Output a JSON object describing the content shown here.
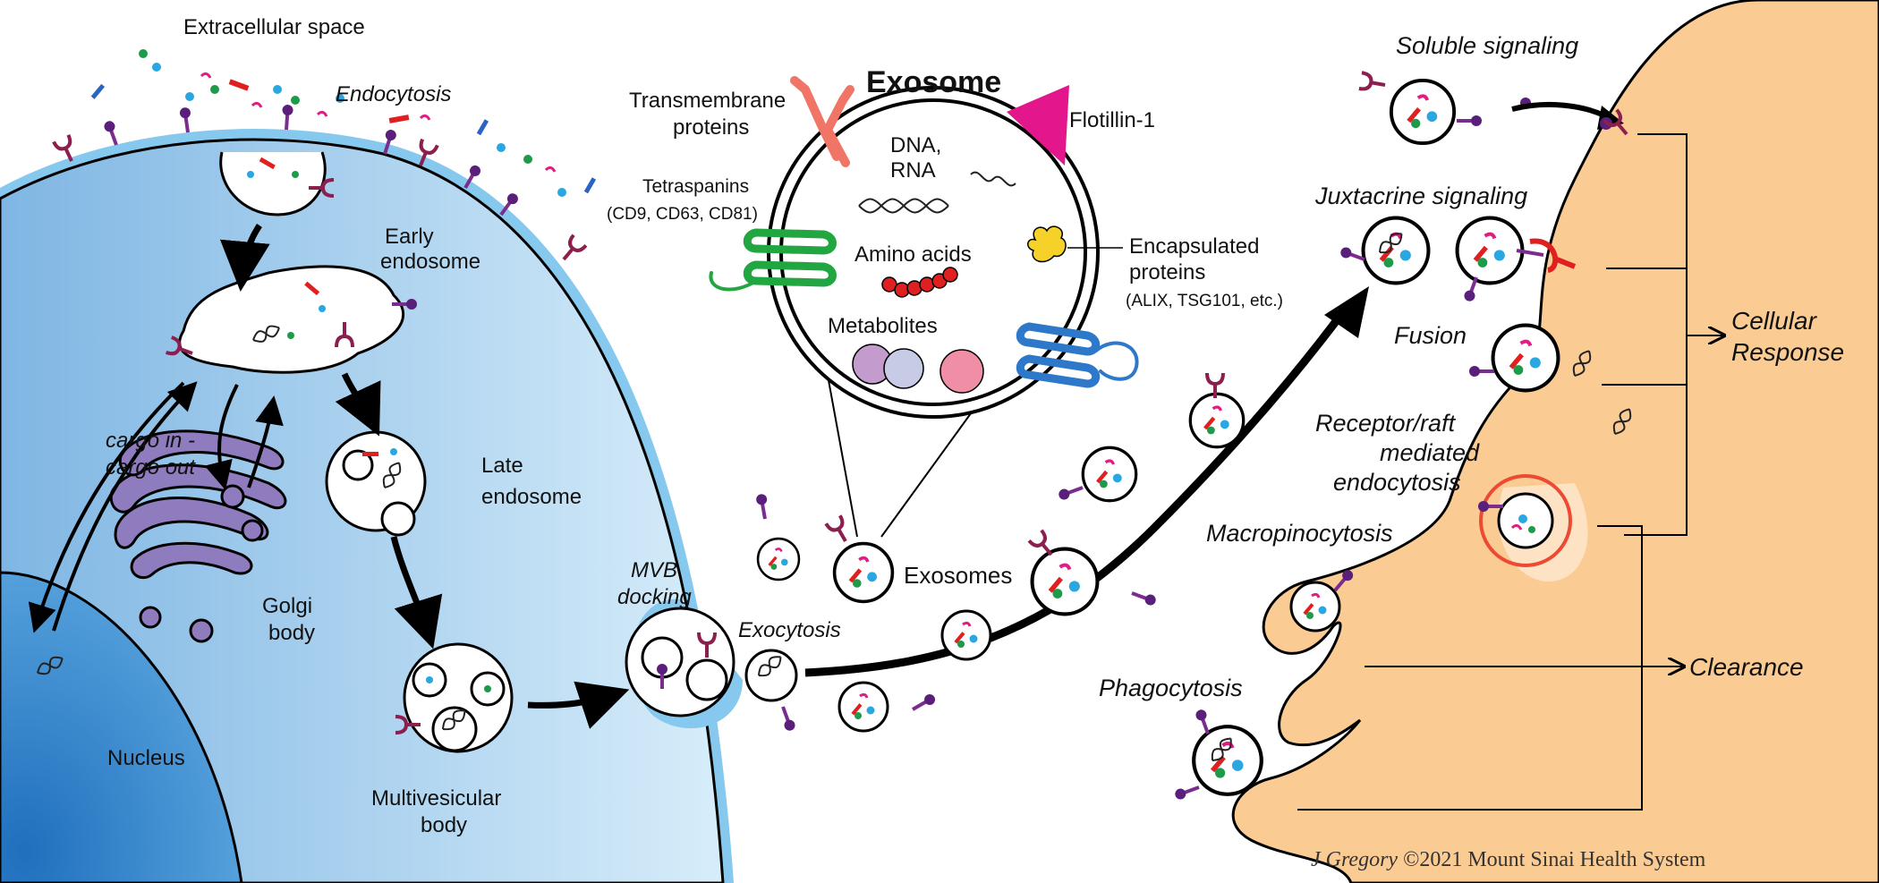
{
  "colors": {
    "cell_light": "#cfe8f8",
    "cell_dark": "#4d9ad7",
    "membrane_glow": "#86c8ee",
    "nucleus_fill": "#4488cc",
    "target_cell": "#fbcb94",
    "golgi": "#8e7cbe",
    "receptor": "#8b1f4e",
    "lipid_purple": "#7b2c8f",
    "cargo_red": "#e02020",
    "cargo_blue": "#2a64c4",
    "cargo_green": "#1e9b4a",
    "cargo_cyan": "#2aa6e0",
    "cargo_magenta": "#e01d83",
    "flotillin": "#e3168c",
    "transmembrane": "#f07566",
    "tetraspanin_green": "#22a642",
    "tetraspanin_blue": "#2e78c9",
    "encapsulated_yellow": "#f6d12a",
    "clathrin": "#ec4a32"
  },
  "labels": {
    "extracellular_space": "Extracellular space",
    "endocytosis": "Endocytosis",
    "early_endosome_1": "Early",
    "early_endosome_2": "endosome",
    "cargo_in": "cargo in -",
    "cargo_out": "cargo out",
    "late_endosome_1": "Late",
    "late_endosome_2": "endosome",
    "golgi_1": "Golgi",
    "golgi_2": "body",
    "nucleus": "Nucleus",
    "mvb_1": "Multivesicular",
    "mvb_2": "body",
    "mvb_docking_1": "MVB",
    "mvb_docking_2": "docking",
    "exocytosis": "Exocytosis",
    "exosomes": "Exosomes",
    "exosome_title": "Exosome",
    "transmembrane_1": "Transmembrane",
    "transmembrane_2": "proteins",
    "flotillin": "Flotillin-1",
    "dna_rna_1": "DNA,",
    "dna_rna_2": "RNA",
    "tetraspanins_1": "Tetraspanins",
    "tetraspanins_2": "(CD9, CD63, CD81)",
    "amino_acids": "Amino acids",
    "metabolites": "Metabolites",
    "encapsulated_1": "Encapsulated",
    "encapsulated_2": "proteins",
    "encapsulated_3": "(ALIX, TSG101, etc.)",
    "soluble_signaling": "Soluble signaling",
    "juxtacrine_signaling": "Juxtacrine signaling",
    "fusion": "Fusion",
    "receptor_1": "Receptor/raft",
    "receptor_2": "mediated",
    "receptor_3": "endocytosis",
    "macropinocytosis": "Macropinocytosis",
    "phagocytosis": "Phagocytosis",
    "cellular_response_1": "Cellular",
    "cellular_response_2": "Response",
    "clearance": "Clearance",
    "credit_name": "J Gregory",
    "credit_rest": " ©2021 Mount Sinai Health System"
  },
  "icons": [
    "receptor-icon",
    "lipid-raft-icon",
    "dna-helix-icon",
    "vesicle-icon",
    "flotillin-icon",
    "tetraspanin-icon",
    "amino-acid-chain-icon",
    "metabolite-icon",
    "encapsulated-protein-icon",
    "clathrin-coat-icon"
  ]
}
